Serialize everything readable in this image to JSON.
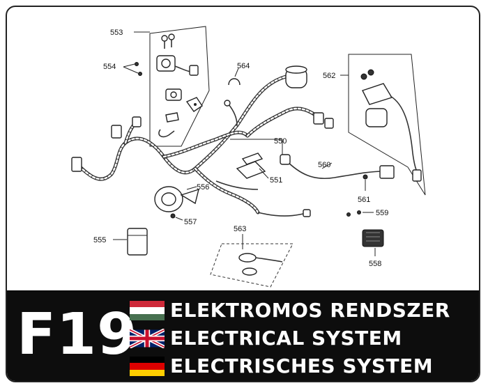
{
  "banner": {
    "code": "F19",
    "titles": [
      {
        "lang": "hu",
        "text": "ELEKTROMOS RENDSZER",
        "flag": "hungary-flag-icon"
      },
      {
        "lang": "en",
        "text": "ELECTRICAL SYSTEM",
        "flag": "uk-flag-icon"
      },
      {
        "lang": "de",
        "text": "ELECTRISCHES SYSTEM",
        "flag": "germany-flag-icon"
      }
    ]
  },
  "parts": {
    "p550": "550",
    "p551": "551",
    "p553": "553",
    "p554": "554",
    "p555": "555",
    "p556": "556",
    "p557": "557",
    "p558": "558",
    "p559": "559",
    "p560": "560",
    "p561": "561",
    "p562": "562",
    "p563": "563",
    "p564": "564"
  },
  "colors": {
    "banner_bg": "#0d0d0d",
    "banner_text": "#ffffff",
    "hungary": [
      "#ce2939",
      "#ffffff",
      "#477050"
    ],
    "germany": [
      "#000000",
      "#dd0000",
      "#ffce00"
    ],
    "uk": [
      "#012169",
      "#ffffff",
      "#c8102e"
    ]
  }
}
